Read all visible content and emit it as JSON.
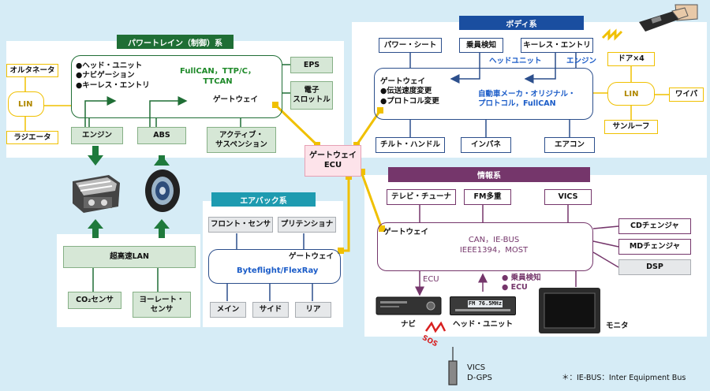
{
  "powertrain": {
    "header": "パワートレイン（制御）系",
    "list": [
      "●ヘッド・ユニット",
      "●ナビゲーション",
      "●キーレス・エントリ"
    ],
    "protocols": [
      "FullCAN，TTP/C，",
      "TTCAN"
    ],
    "gateway": "ゲートウェイ",
    "eps": "EPS",
    "throttle": [
      "電子",
      "スロットル"
    ],
    "engine": "エンジン",
    "abs": "ABS",
    "suspension": [
      "アクティブ・",
      "サスペンション"
    ]
  },
  "lin_left": {
    "label": "LIN",
    "alternator": "オルタネータ",
    "radiator": "ラジエータ"
  },
  "ultra_lan": {
    "label": "超高速LAN",
    "co2_sensor": "CO₂センサ",
    "yaw_sensor": [
      "ヨーレート・",
      "センサ"
    ]
  },
  "airbag": {
    "header": "エアバック系",
    "front_sensor": "フロント・センサ",
    "pretensioner": "プリテンショナ",
    "gateway": "ゲートウェイ",
    "protocols": "Byteflight/FlexRay",
    "main": "メイン",
    "side": "サイド",
    "rear": "リア"
  },
  "central_ecu": [
    "ゲートウェイ",
    "ECU"
  ],
  "body": {
    "header": "ボディ系",
    "power_seat": "パワー・シート",
    "occupancy": "乗員検知",
    "keyless": "キーレス・エントリ",
    "head_unit_label": "ヘッドユニット",
    "engine_label": "エンジン",
    "gateway_list": [
      "ゲートウェイ",
      "●伝送速度変更",
      "●プロトコル変更"
    ],
    "protocols": [
      "自動車メーカ・オリジナル・",
      "プロトコル，FullCAN"
    ],
    "tilt": "チルト・ハンドル",
    "instrument": "インパネ",
    "aircon": "エアコン"
  },
  "lin_right": {
    "label": "LIN",
    "doors": "ドア×4",
    "wiper": "ワイパ",
    "sunroof": "サンルーフ"
  },
  "info": {
    "header": "情報系",
    "tv_tuner": "テレビ・チューナ",
    "fm": "FM多重",
    "vics": "VICS",
    "gateway": "ゲートウェイ",
    "protocols": [
      "CAN，IE-BUS",
      "IEEE1394，MOST"
    ],
    "cd_changer": "CDチェンジャ",
    "md_changer": "MDチェンジャ",
    "dsp": "DSP",
    "ecu_label": "ECU",
    "head_unit_list": [
      "● 乗員検知",
      "● ECU"
    ],
    "navi": "ナビ",
    "head_unit": "ヘッド・ユニット",
    "monitor": "モニタ",
    "radio_display": "FM 76.5MHz"
  },
  "sos": "SOS",
  "antenna_label": [
    "VICS",
    "D-GPS"
  ],
  "footnote": "＊：IE-BUS：Inter Equipment Bus",
  "colors": {
    "green": "#1f6e35",
    "blue": "#1a4ea0",
    "purple": "#75366b",
    "yellow": "#f0c000",
    "teal_header": "#1e9bb0"
  }
}
